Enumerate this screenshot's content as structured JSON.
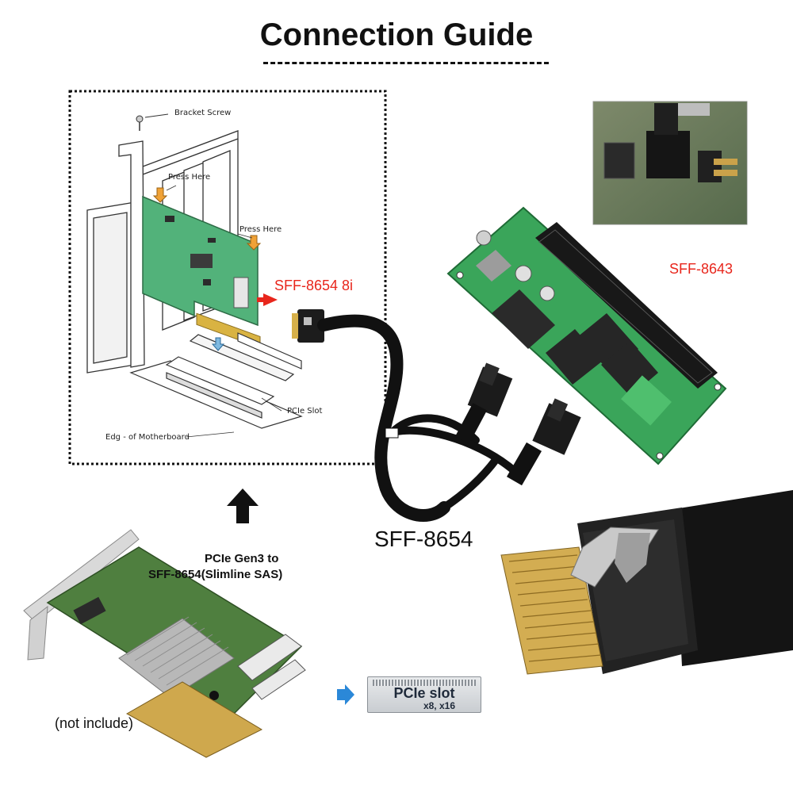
{
  "title": "Connection Guide",
  "diagram_labels": {
    "bracket_screw": "Bracket Screw",
    "press_here_1": "Press Here",
    "press_here_2": "Press Here",
    "pcie_slot": "PCIe Slot",
    "edge_of_motherboard": "Edg - of Motherboard"
  },
  "labels": {
    "sff8654_8i": "SFF-8654 8i",
    "sff8643": "SFF-8643",
    "sff8654": "SFF-8654",
    "card_line1": "PCIe Gen3 to",
    "card_line2": "SFF-8654(Slimline SAS)",
    "not_include": "(not include)"
  },
  "slot_badge": {
    "line1": "PCIe slot",
    "line2": "x8, x16"
  },
  "colors": {
    "red_label": "#e8261c",
    "pcb_green": "#3aa55a",
    "cable_black": "#111111",
    "arrow_blue": "#2b88d8"
  }
}
